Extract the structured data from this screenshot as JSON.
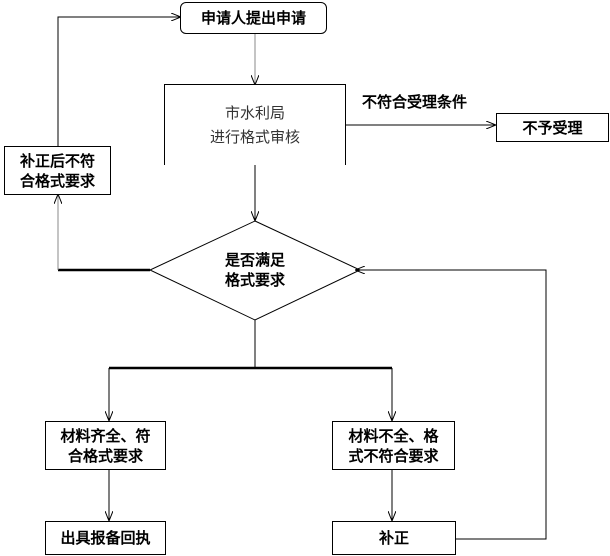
{
  "nodes": {
    "start": "申请人提出申请",
    "review": "市水利局\n进行格式审核",
    "reject": "不予受理",
    "decision": "是否满足\n格式要求",
    "correction_incomplete": "补正后不符\n合格式要求",
    "complete": "材料齐全、符\n合格式要求",
    "incomplete": "材料不全、格\n式不符合要求",
    "receipt": "出具报备回执",
    "supplement": "补正"
  },
  "edge_labels": {
    "not_eligible": "不符合受理条件"
  }
}
